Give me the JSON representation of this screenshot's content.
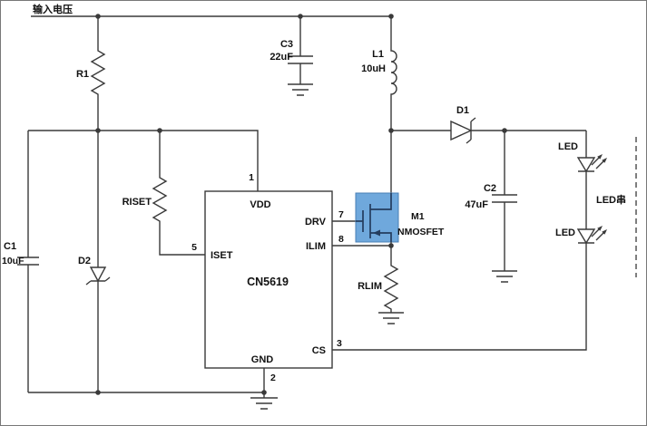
{
  "colors": {
    "background": "#ffffff",
    "wire": "#3a3a3a",
    "text": "#111111",
    "mosfet_highlight_fill": "#6fa8dc",
    "mosfet_highlight_border": "#4a7fb5",
    "mosfet_symbol": "#243d5e"
  },
  "power": {
    "input_label": "输入电压"
  },
  "components": {
    "r1": {
      "ref": "R1"
    },
    "riset": {
      "ref": "RISET"
    },
    "rlim": {
      "ref": "RLIM"
    },
    "c1": {
      "ref": "C1",
      "value": "10uF"
    },
    "c2": {
      "ref": "C2",
      "value": "47uF"
    },
    "c3": {
      "ref": "C3",
      "value": "22uF"
    },
    "l1": {
      "ref": "L1",
      "value": "10uH"
    },
    "d1": {
      "ref": "D1"
    },
    "d2": {
      "ref": "D2"
    },
    "m1": {
      "ref": "M1",
      "type": "NMOSFET"
    },
    "led1": {
      "ref": "LED"
    },
    "led2": {
      "ref": "LED"
    },
    "led_string": {
      "label": "LED串"
    }
  },
  "ic": {
    "part_number": "CN5619",
    "pins": {
      "vdd": {
        "number": "1",
        "name": "VDD"
      },
      "gnd": {
        "number": "2",
        "name": "GND"
      },
      "cs": {
        "number": "3",
        "name": "CS"
      },
      "iset": {
        "number": "5",
        "name": "ISET"
      },
      "drv": {
        "number": "7",
        "name": "DRV"
      },
      "ilim": {
        "number": "8",
        "name": "ILIM"
      }
    }
  }
}
